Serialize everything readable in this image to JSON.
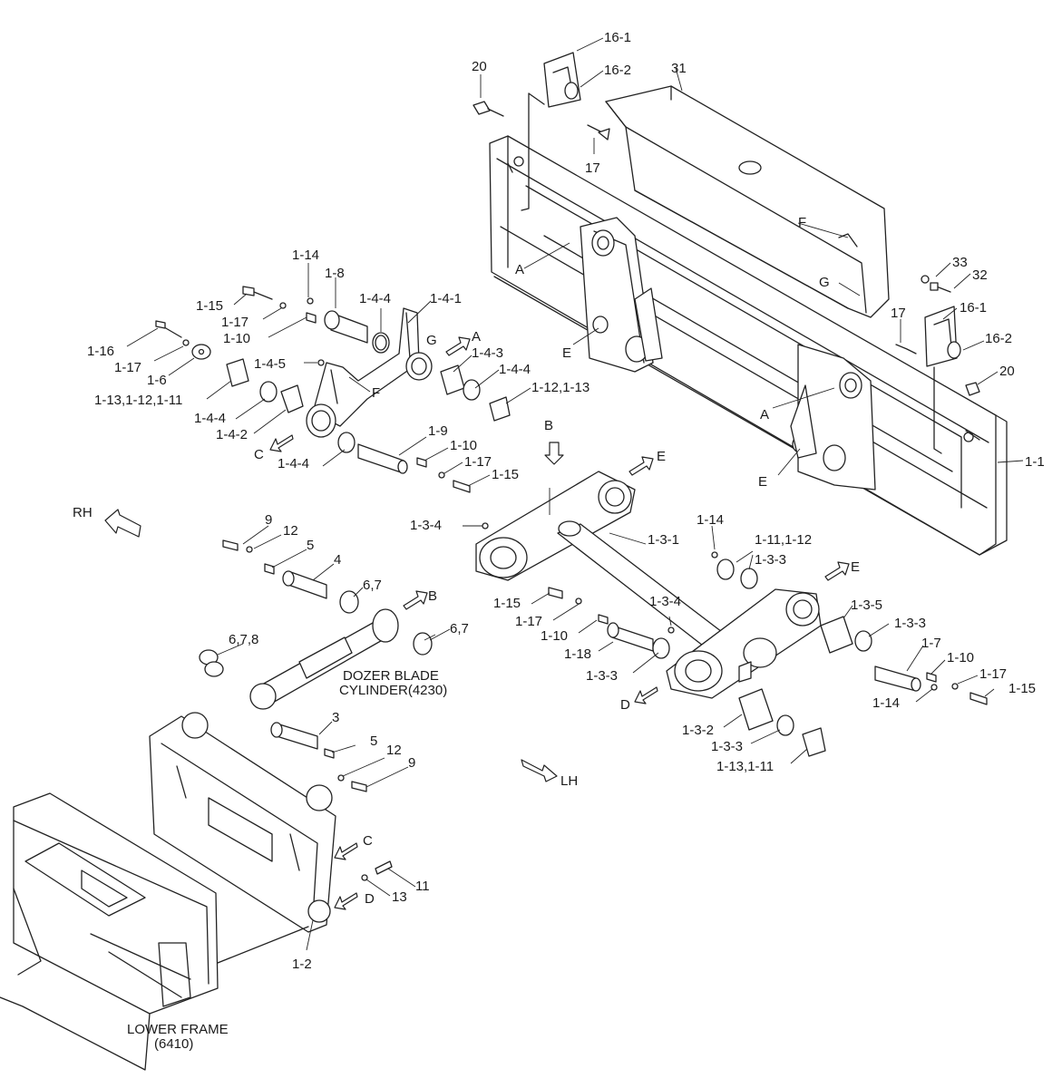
{
  "labels": {
    "l_16_1_top": "16-1",
    "l_16_2_top": "16-2",
    "l_20_top": "20",
    "l_31": "31",
    "l_17_top": "17",
    "l_F_tray": "F",
    "l_G_tray": "G",
    "l_33": "33",
    "l_32": "32",
    "l_17_right": "17",
    "l_16_1_right": "16-1",
    "l_16_2_right": "16-2",
    "l_20_right": "20",
    "l_A_left": "A",
    "l_E_upper": "E",
    "l_A_right": "A",
    "l_E_right": "E",
    "l_1_1": "1-1",
    "l_1_14_top": "1-14",
    "l_1_8": "1-8",
    "l_1_15_left": "1-15",
    "l_1_17_left": "1-17",
    "l_1_10_left": "1-10",
    "l_1_4_4_a": "1-4-4",
    "l_1_4_1": "1-4-1",
    "l_G_mid": "G",
    "l_A_arrow": "A",
    "l_1_16": "1-16",
    "l_1_17_b": "1-17",
    "l_1_6": "1-6",
    "l_1_4_5": "1-4-5",
    "l_1_4_3": "1-4-3",
    "l_1_4_4_b": "1-4-4",
    "l_F_mid": "F",
    "l_1_13_12_11": "1-13,1-12,1-11",
    "l_1_12_13": "1-12,1-13",
    "l_1_4_4_c": "1-4-4",
    "l_1_4_2": "1-4-2",
    "l_C_arrow_top": "C",
    "l_1_9": "1-9",
    "l_1_10_mid": "1-10",
    "l_1_4_4_d": "1-4-4",
    "l_1_17_mid": "1-17",
    "l_1_15_mid": "1-15",
    "l_B_top": "B",
    "l_E_arrow_mid": "E",
    "l_RH": "RH",
    "l_9_top": "9",
    "l_12_top": "12",
    "l_5_top": "5",
    "l_4": "4",
    "l_1_3_4_top": "1-3-4",
    "l_1_3_1": "1-3-1",
    "l_1_14_mid": "1-14",
    "l_1_11_1_12": "1-11,1-12",
    "l_1_3_3_a": "1-3-3",
    "l_6_7_a": "6,7",
    "l_B_arrow": "B",
    "l_E_arrow_right": "E",
    "l_1_15_b": "1-15",
    "l_1_17_b2": "1-17",
    "l_6_7_8": "6,7,8",
    "l_6_7_b": "6,7",
    "l_1_3_4_b": "1-3-4",
    "l_1_10_b": "1-10",
    "l_1_3_5": "1-3-5",
    "l_1_3_3_b": "1-3-3",
    "l_1_18": "1-18",
    "l_1_7": "1-7",
    "l_1_10_right": "1-10",
    "l_1_3_3_c": "1-3-3",
    "l_1_17_right": "1-17",
    "l_dozer1": "DOZER BLADE",
    "l_dozer2": "CYLINDER(4230)",
    "l_D_arrow_mid": "D",
    "l_1_15_right": "1-15",
    "l_1_14_right": "1-14",
    "l_1_3_2": "1-3-2",
    "l_1_3_3_d": "1-3-3",
    "l_1_13_1_11": "1-13,1-11",
    "l_3": "3",
    "l_5_b": "5",
    "l_12_b": "12",
    "l_9_b": "9",
    "l_LH": "LH",
    "l_C_arrow_low": "C",
    "l_11": "11",
    "l_13": "13",
    "l_D_arrow_low": "D",
    "l_1_2": "1-2",
    "l_lower1": "LOWER FRAME",
    "l_lower2": "(6410)"
  }
}
